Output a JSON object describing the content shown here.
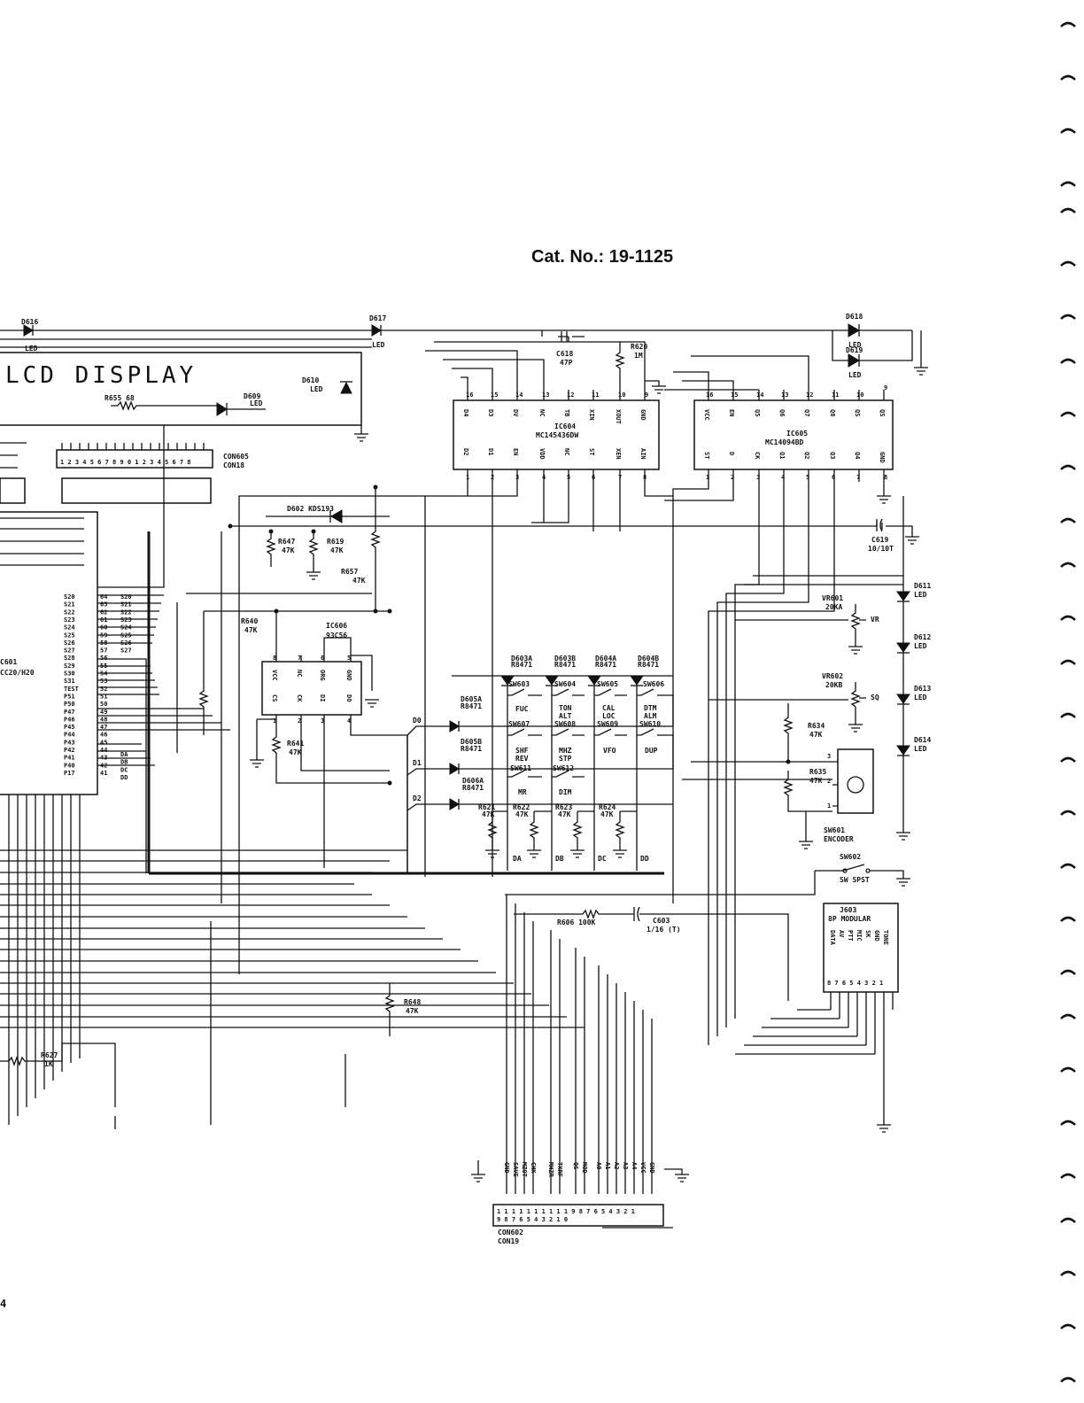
{
  "header": {
    "catalog": "Cat. No.: 19-1125"
  },
  "page_number": "4",
  "lcd": {
    "label": "LCD DISPLAY"
  },
  "components": {
    "D616": [
      "D616",
      "LED"
    ],
    "D617": [
      "D617",
      "LED"
    ],
    "D618": [
      "D618",
      "LED"
    ],
    "D619": [
      "D619",
      "LED"
    ],
    "D609": [
      "D609",
      "LED"
    ],
    "D610": [
      "D610",
      "LED"
    ],
    "D611": [
      "D611",
      "LED"
    ],
    "D612": [
      "D612",
      "LED"
    ],
    "D613": [
      "D613",
      "LED"
    ],
    "D614": [
      "D614",
      "LED"
    ],
    "D602": [
      "D602 KDS193"
    ],
    "R655": [
      "R655  68"
    ],
    "C618": [
      "C618",
      "47P"
    ],
    "R620": [
      "R620",
      "1M"
    ],
    "C619": [
      "C619",
      "10/10T"
    ],
    "IC604": [
      "IC604",
      "MC145436DW"
    ],
    "IC605": [
      "IC605",
      "MC14094BD"
    ],
    "IC606": [
      "IC606",
      "93C56"
    ],
    "IC601": [
      "C601",
      "CC20/H20"
    ],
    "CON605": [
      "CON605",
      "CON18"
    ],
    "R647": [
      "R647",
      "47K"
    ],
    "R619": [
      "R619",
      "47K"
    ],
    "R657": [
      "R657",
      "47K"
    ],
    "R640": [
      "R640",
      "47K"
    ],
    "R641": [
      "R641",
      "47K"
    ],
    "R648": [
      "R648",
      "47K"
    ],
    "R627": [
      "R627",
      "1K"
    ],
    "R634": [
      "R634",
      "47K"
    ],
    "R635": [
      "R635",
      "47K"
    ],
    "R606": [
      "R606 100K"
    ],
    "C603": [
      "C603",
      "1/16 (T)"
    ],
    "R621": [
      "R621",
      "47K"
    ],
    "R622": [
      "R622",
      "47K"
    ],
    "R623": [
      "R623",
      "47K"
    ],
    "R624": [
      "R624",
      "47K"
    ],
    "VR601": [
      "VR601",
      "20KA"
    ],
    "VR602": [
      "VR602",
      "20KB"
    ],
    "VR": [
      "VR"
    ],
    "SQ": [
      "SQ"
    ],
    "SW601": [
      "SW601",
      "ENCODER"
    ],
    "SW602": [
      "SW602",
      "SW SPST"
    ],
    "J603": [
      "J603",
      "8P MODULAR"
    ],
    "CON602": [
      "CON602",
      "CON19"
    ]
  },
  "diodes": [
    "D603A",
    "R8471",
    "D603B",
    "R8471",
    "D604A",
    "R8471",
    "D604B",
    "R8471",
    "D605A",
    "R8471",
    "D605B",
    "R8471",
    "D606A",
    "R8471"
  ],
  "switches": [
    "SW603",
    "SW604",
    "SW605",
    "SW606",
    "SW607",
    "SW608",
    "SW609",
    "SW610",
    "SW611",
    "SW612"
  ],
  "keys": [
    "FUC",
    "TON",
    "ALT",
    "CAL",
    "LOC",
    "DTM",
    "ALM",
    "SHF",
    "REV",
    "MHZ",
    "STP",
    "VFO",
    "DUP",
    "MR",
    "DIM"
  ],
  "nets": [
    "D0",
    "D1",
    "D2",
    "DA",
    "DB",
    "DC",
    "DD"
  ],
  "ic601_pins": [
    "S20",
    "S21",
    "S22",
    "S23",
    "S24",
    "S25",
    "S26",
    "S27",
    "S28",
    "S29",
    "S30",
    "S31",
    "TEST",
    "P51",
    "P50",
    "P47",
    "P46",
    "P45",
    "P44",
    "P43",
    "P42",
    "P41",
    "P40",
    "P17"
  ],
  "ic601_pin_numbers": [
    "64",
    "63",
    "62",
    "61",
    "60",
    "59",
    "58",
    "57",
    "56",
    "55",
    "54",
    "53",
    "52",
    "51",
    "50",
    "49",
    "48",
    "47",
    "46",
    "45",
    "44",
    "43",
    "42",
    "41"
  ],
  "ic601_right_labels": [
    "S20",
    "S21",
    "S22",
    "S23",
    "S24",
    "S25",
    "S26",
    "S27",
    "DA",
    "DB",
    "DC",
    "DD"
  ],
  "ic604_top_pins": [
    "D4",
    "D3",
    "DV",
    "NC",
    "TB",
    "XIN",
    "XOUT",
    "GND"
  ],
  "ic604_bottom_pins": [
    "D2",
    "D1",
    "EN",
    "VDD",
    "NC",
    "ST",
    "XEN",
    "AIN"
  ],
  "ic605_top_pins": [
    "VCC",
    "EN",
    "Q5",
    "Q6",
    "Q7",
    "Q8",
    "QS",
    "QS"
  ],
  "ic605_bottom_pins": [
    "ST",
    "D",
    "CK",
    "Q1",
    "Q2",
    "Q3",
    "Q4",
    "GND"
  ],
  "ic606_top_pins": [
    "VCC",
    "NC",
    "ORG",
    "GND"
  ],
  "ic606_bottom_pins": [
    "CS",
    "CK",
    "DI",
    "DO"
  ],
  "j603_pins": [
    "DATA",
    "AV",
    "PTT",
    "MIC",
    "SK",
    "GND",
    "TONE"
  ],
  "con602_pins": [
    "GND",
    "SAVE",
    "MZOT",
    "CHK",
    "MHZR",
    "TXRF",
    "QS",
    "MOD",
    "A0",
    "A1",
    "A2",
    "A3",
    "A4",
    "VCC",
    "GND"
  ],
  "encoder_pins": [
    "3",
    "2",
    "1"
  ]
}
